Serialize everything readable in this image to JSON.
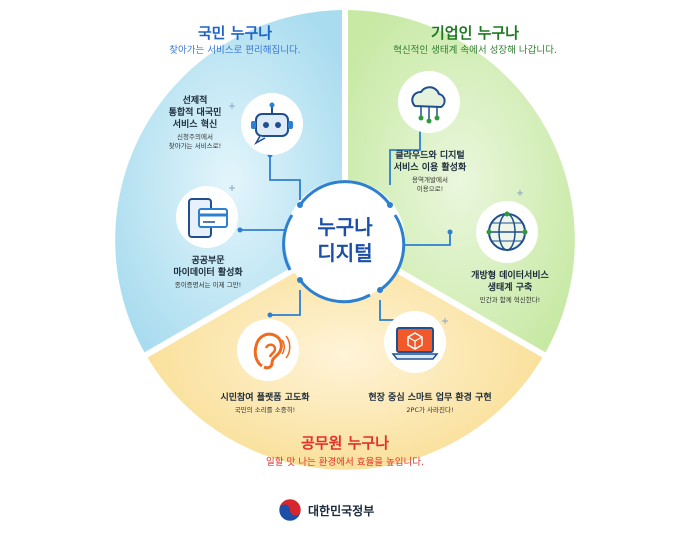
{
  "sections": {
    "citizen": {
      "title": "국민 누구나",
      "subtitle": "찾아가는 서비스로 편리해집니다."
    },
    "business": {
      "title": "기업인 누구나",
      "subtitle": "혁신적인 생태계 속에서 성장해 나갑니다."
    },
    "official": {
      "title": "공무원 누구나",
      "subtitle": "일할 맛 나는 환경에서 효율을 높입니다."
    }
  },
  "center": {
    "line1": "누구나",
    "line2": "디지털"
  },
  "items": [
    {
      "title": [
        "선제적",
        "통합적 대국민",
        "서비스 혁신"
      ],
      "desc": [
        "신청주의에서",
        "찾아가는 서비스로!"
      ]
    },
    {
      "title": [
        "공공부문",
        "마이데이터 활성화"
      ],
      "desc": [
        "종이증명서는 이제 그만!"
      ]
    },
    {
      "title": [
        "클라우드와 디지털",
        "서비스 이용 활성화"
      ],
      "desc": [
        "용역개발에서",
        "이용으로!"
      ]
    },
    {
      "title": [
        "개방형 데이터서비스",
        "생태계 구축"
      ],
      "desc": [
        "민간과 함께 혁신한다!"
      ]
    },
    {
      "title": [
        "시민참여 플랫폼 고도화"
      ],
      "desc": [
        "국민의 소리를 소중히!"
      ]
    },
    {
      "title": [
        "현장 중심 스마트 업무 환경 구현"
      ],
      "desc": [
        "2PC가 사라진다!"
      ]
    }
  ],
  "footer": {
    "label": "대한민국정부"
  },
  "colors": {
    "citizen_bg": "#bfe6f3",
    "business_bg": "#d6efbd",
    "official_bg": "#fbe3a4",
    "accent_blue": "#1e63c8",
    "accent_green": "#1f7a23",
    "accent_red": "#e2322b"
  }
}
